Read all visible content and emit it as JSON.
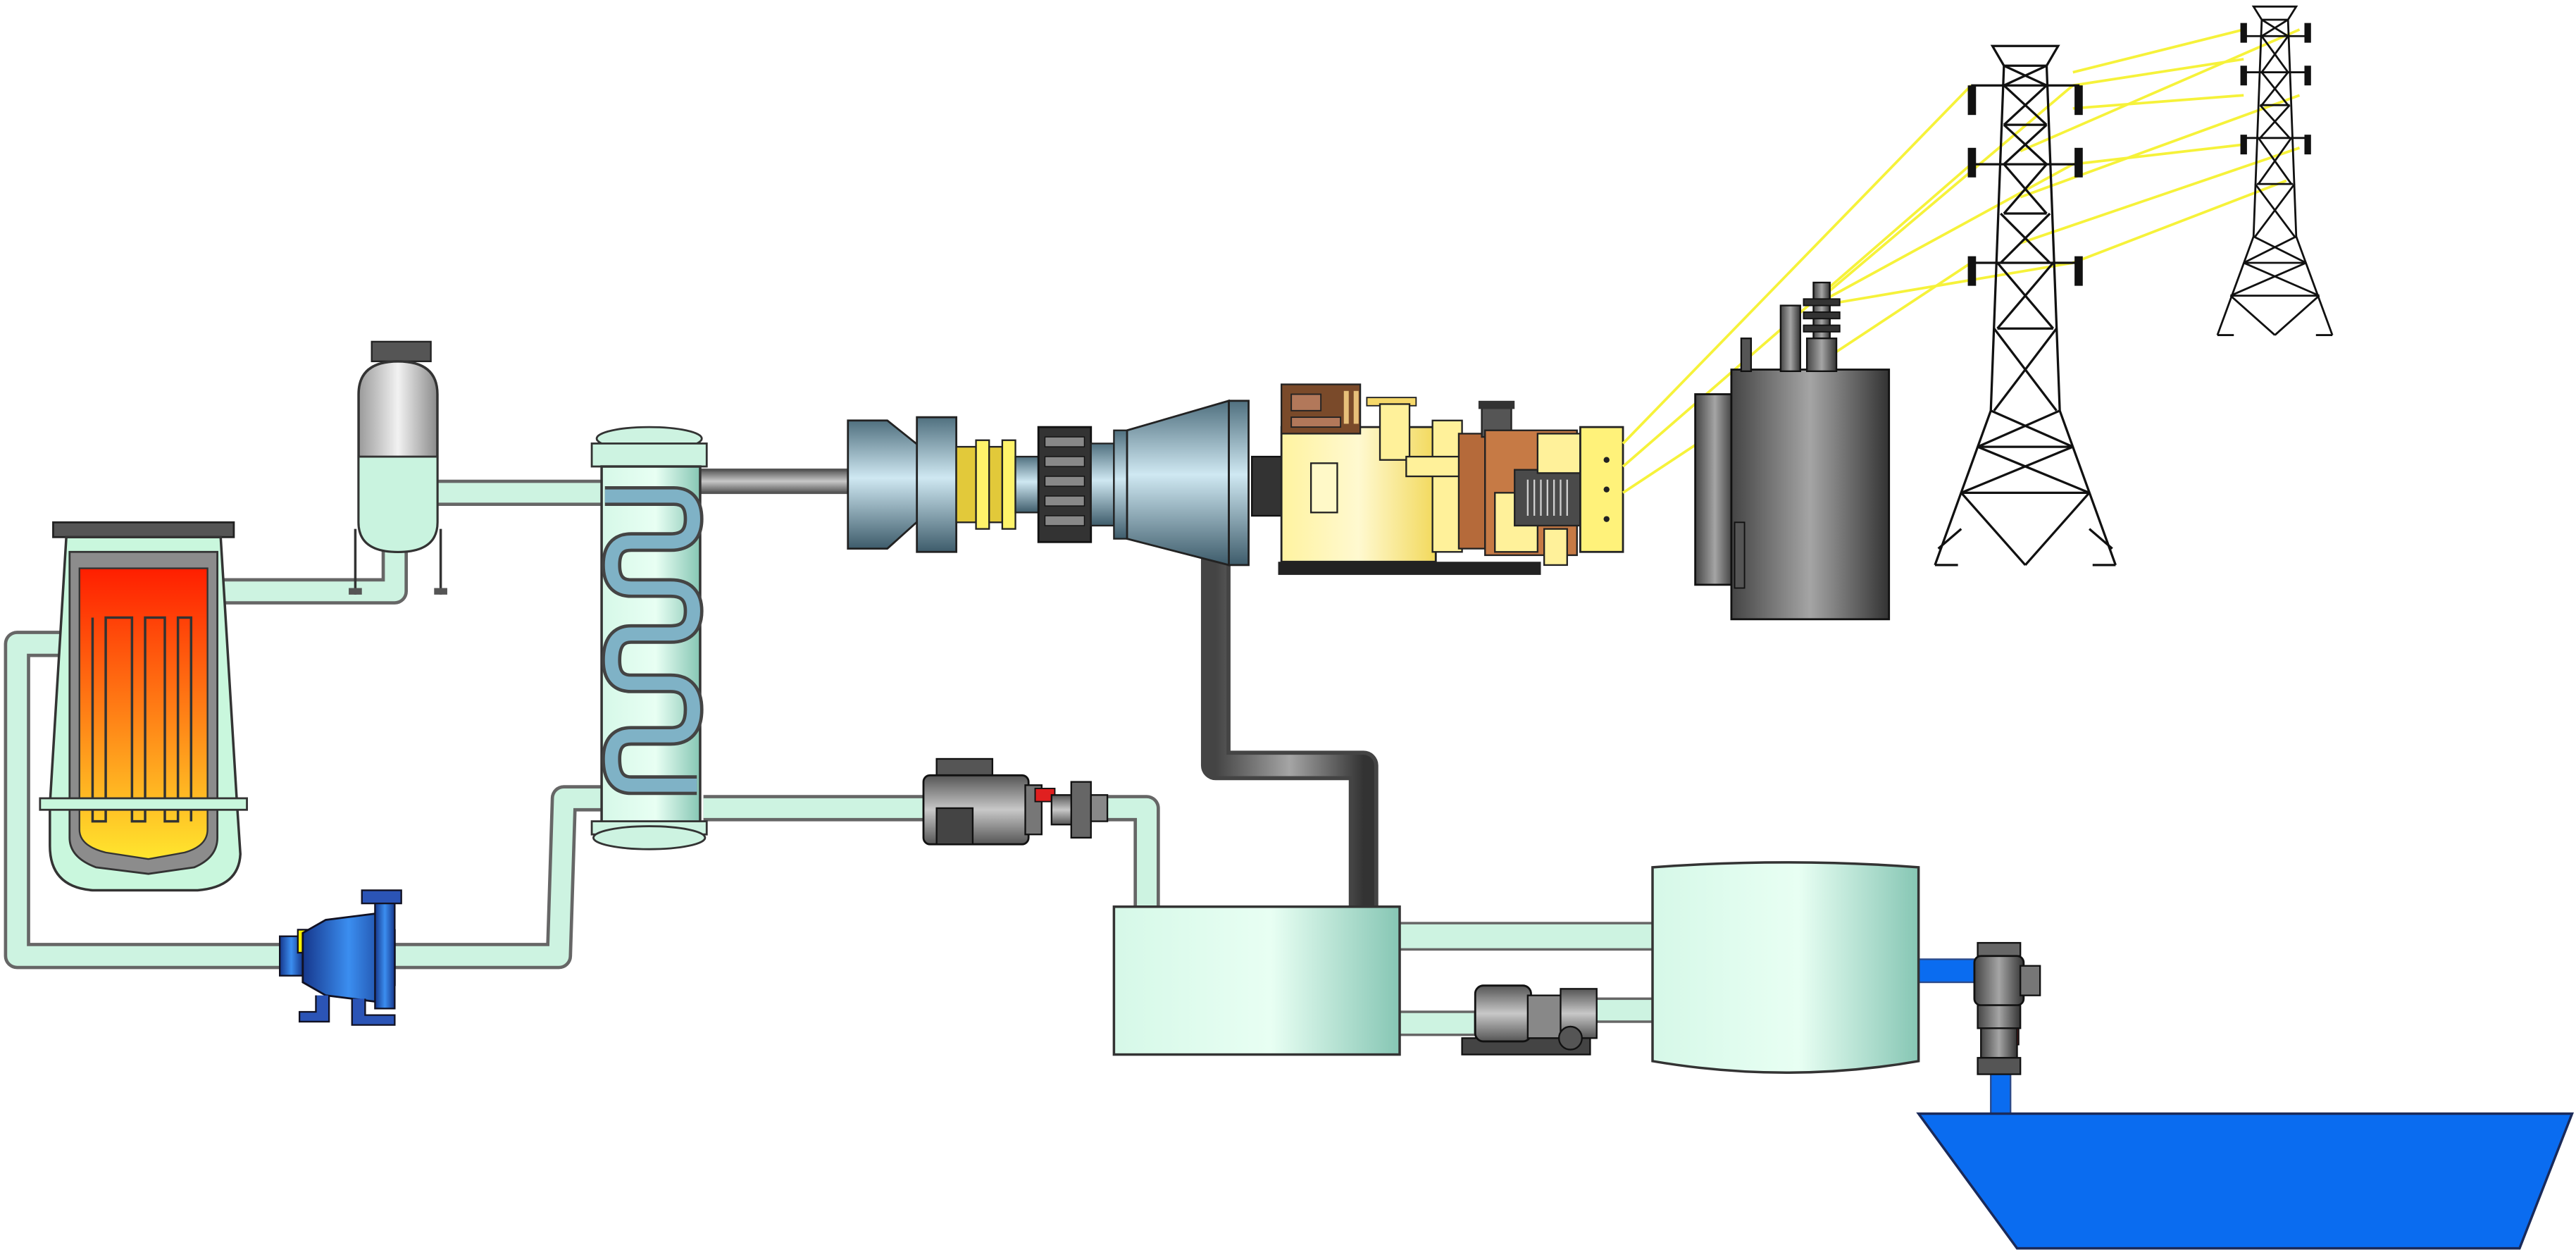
{
  "diagram": {
    "type": "nuclear power plant process schematic",
    "components": [
      {
        "id": "reactor-vessel",
        "icon": "reactor-vessel-icon"
      },
      {
        "id": "pressurizer",
        "icon": "pressurizer-tank-icon"
      },
      {
        "id": "steam-generator",
        "icon": "steam-generator-icon"
      },
      {
        "id": "reactor-coolant-pump",
        "icon": "centrifugal-pump-icon"
      },
      {
        "id": "steam-turbine",
        "icon": "turbine-icon"
      },
      {
        "id": "generator",
        "icon": "generator-icon"
      },
      {
        "id": "step-up-transformer",
        "icon": "transformer-icon"
      },
      {
        "id": "transmission-tower-near",
        "icon": "pylon-icon"
      },
      {
        "id": "transmission-tower-far",
        "icon": "pylon-icon"
      },
      {
        "id": "feedwater-pump",
        "icon": "pump-icon"
      },
      {
        "id": "condenser",
        "icon": "condenser-tank-icon"
      },
      {
        "id": "circulating-pump",
        "icon": "pump-icon"
      },
      {
        "id": "cooling-tank",
        "icon": "tank-icon"
      },
      {
        "id": "intake-pump",
        "icon": "vertical-pump-icon"
      },
      {
        "id": "cooling-water-reservoir",
        "icon": "reservoir-icon"
      }
    ],
    "colors": {
      "coolant": "#cdf3e1",
      "pipe_outline": "#777777",
      "steam_line": "#8c8c8c",
      "core_hot": "#ff2a00",
      "core_warm": "#ffe030",
      "power_line": "#f6f23a",
      "water": "#0a6cf0",
      "generator_body": "#ffeb7a",
      "pump_blue": "#1f5fd0"
    }
  }
}
